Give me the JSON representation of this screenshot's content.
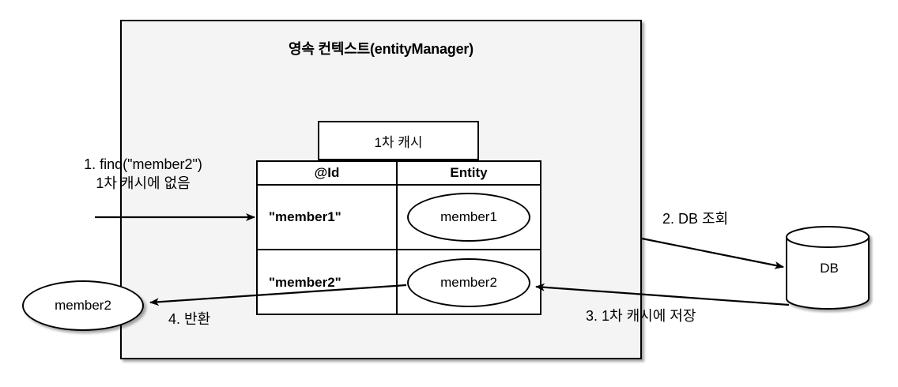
{
  "diagram": {
    "context_box": {
      "title": "영속 컨텍스트(entityManager)"
    },
    "cache": {
      "tab_label": "1차 캐시",
      "columns": [
        "@Id",
        "Entity"
      ],
      "rows": [
        {
          "id": "\"member1\"",
          "entity": "member1"
        },
        {
          "id": "\"member2\"",
          "entity": "member2"
        }
      ]
    },
    "database": {
      "label": "DB"
    },
    "returned_entity": {
      "label": "member2"
    },
    "steps": [
      {
        "number": "1",
        "line1": "1. find(\"member2\")",
        "line2": "1차 캐시에 없음"
      },
      {
        "number": "2",
        "label": "2. DB 조회"
      },
      {
        "number": "3",
        "label": "3. 1차 캐시에 저장"
      },
      {
        "number": "4",
        "label": "4. 반환"
      }
    ],
    "colors": {
      "box_fill": "#f4f4f4",
      "table_fill": "#ffffff",
      "stroke": "#000000",
      "page_bg": "#ffffff"
    }
  }
}
